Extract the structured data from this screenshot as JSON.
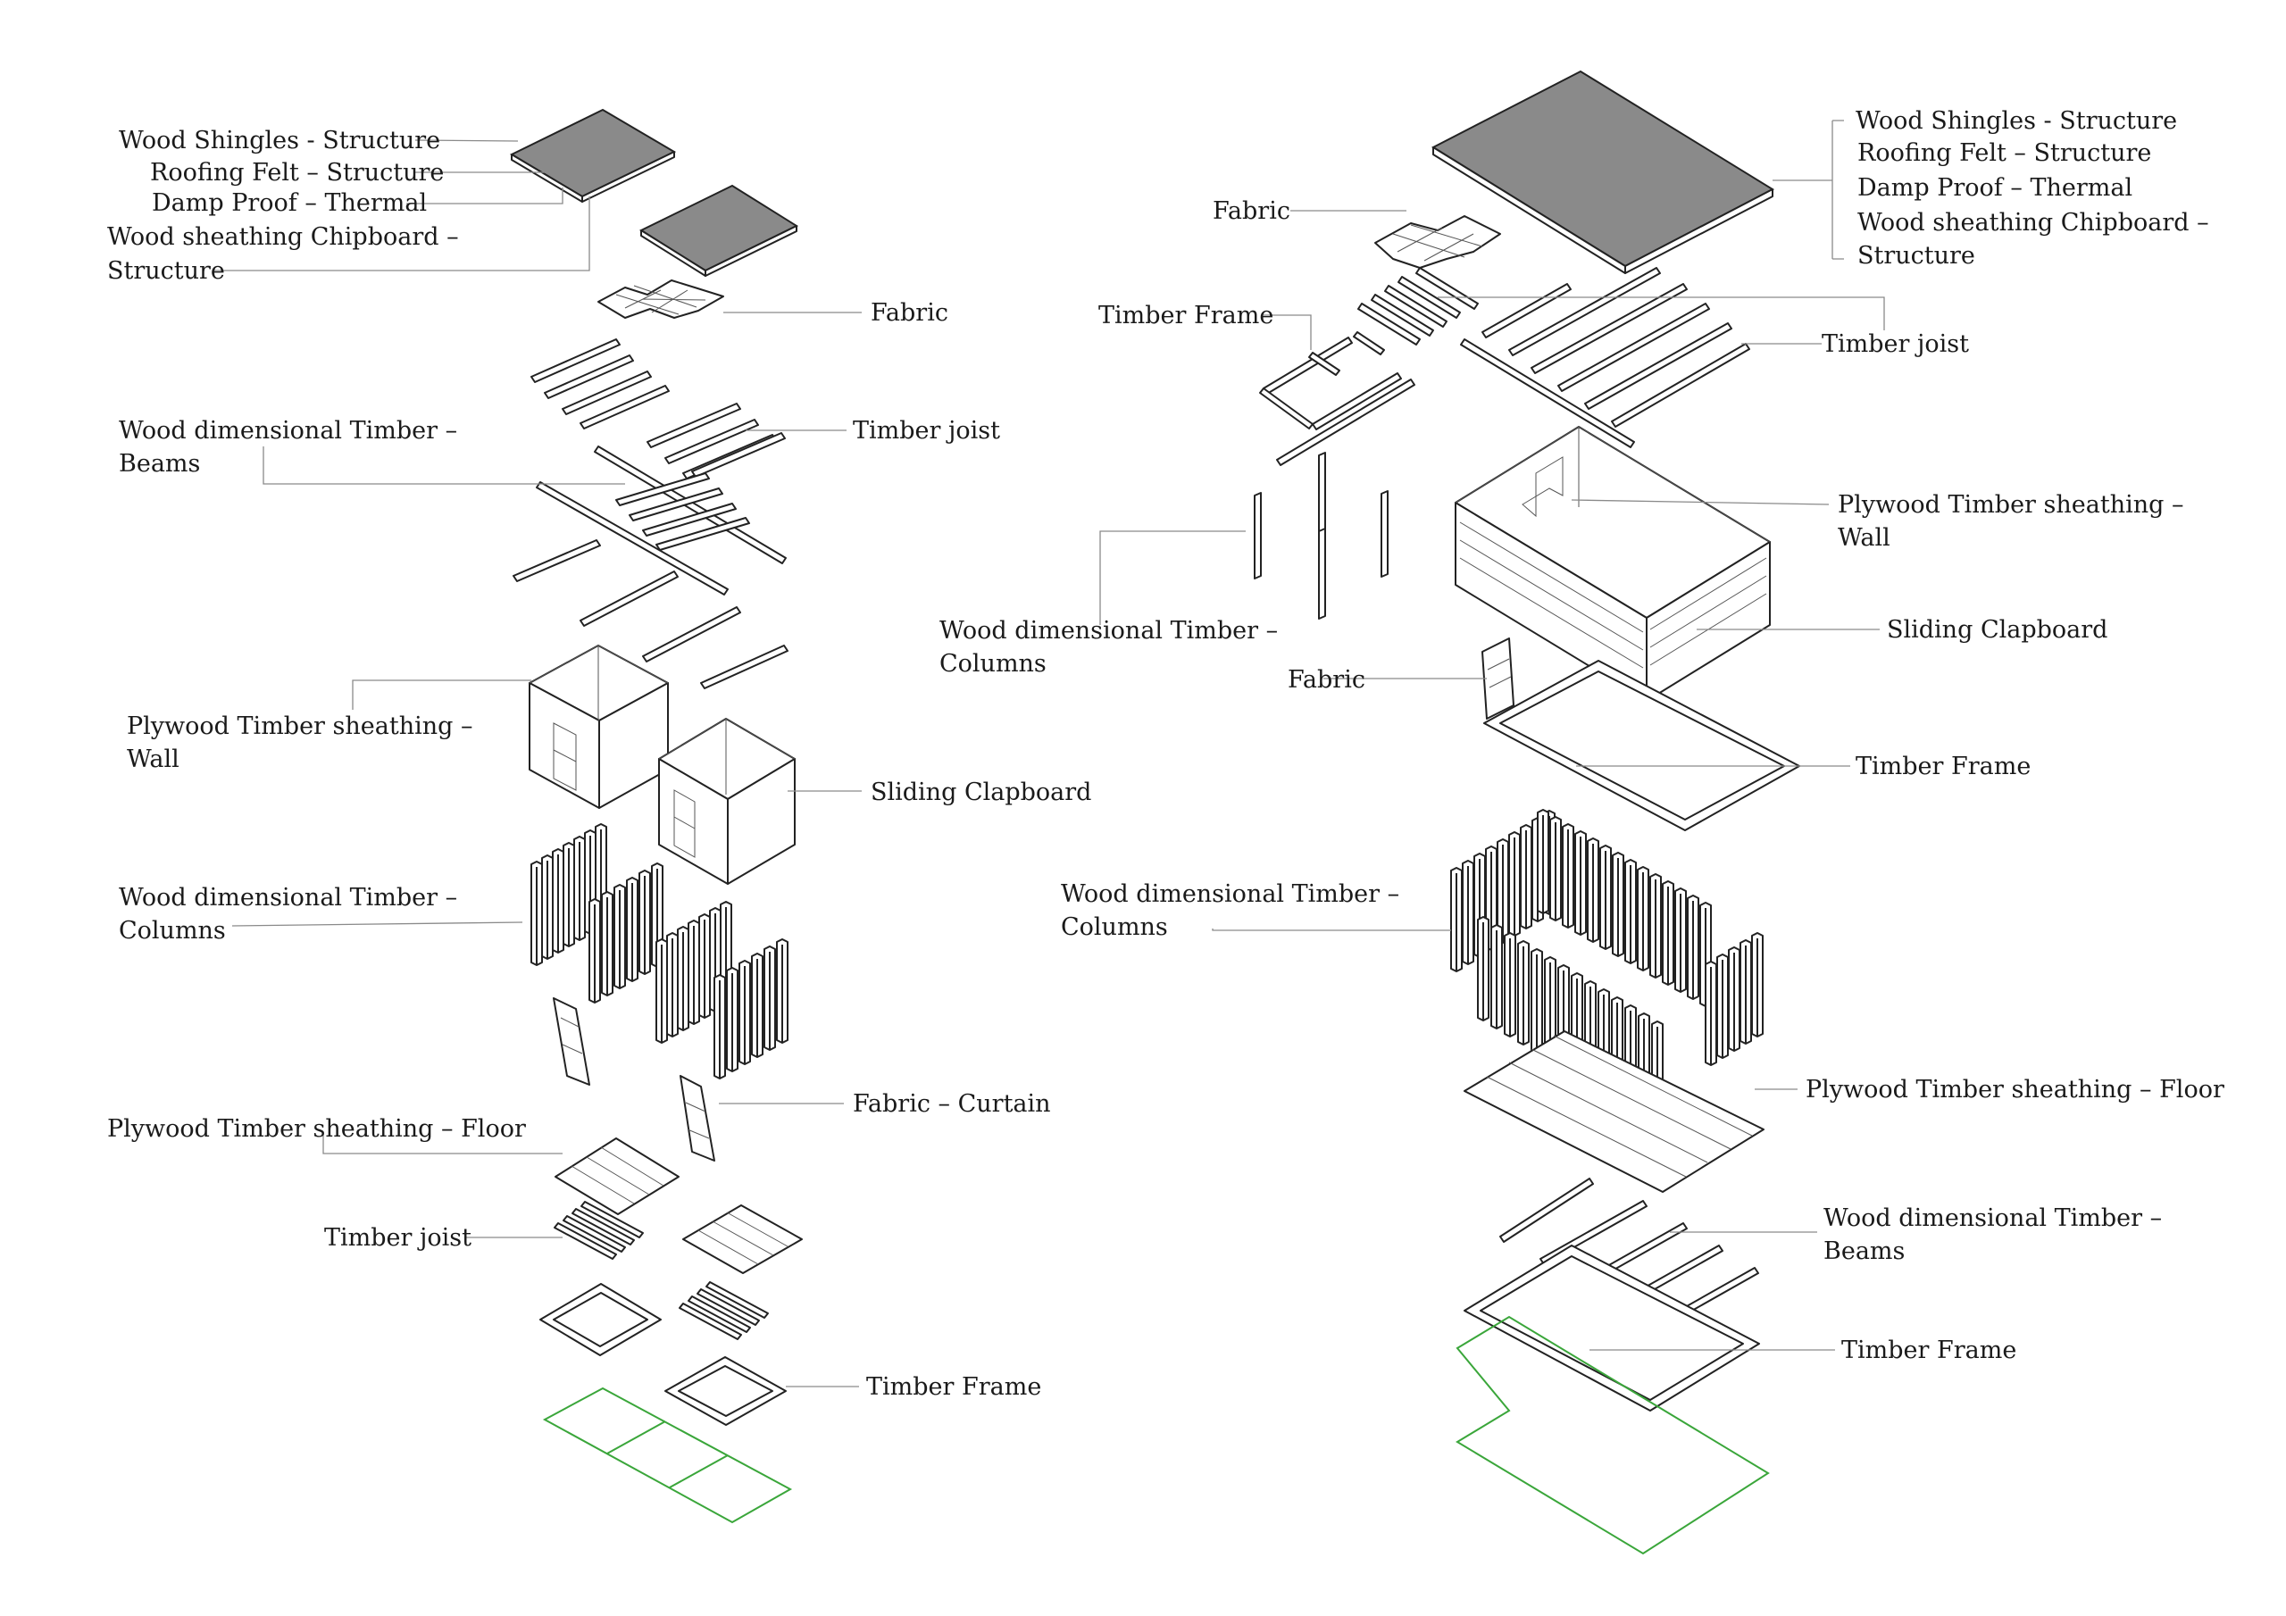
{
  "left": {
    "labels": {
      "wood_shingles": "Wood Shingles - Structure",
      "roofing_felt": "Roofing Felt – Structure",
      "damp_proof": "Damp Proof – Thermal",
      "chipboard_1": "Wood sheathing Chipboard –",
      "chipboard_2": "Structure",
      "fabric": "Fabric",
      "timber_joist_top": "Timber joist",
      "beams_1": "Wood dimensional Timber –",
      "beams_2": "Beams",
      "wall_1": "Plywood Timber sheathing –",
      "wall_2": "Wall",
      "sliding_clapboard": "Sliding Clapboard",
      "columns_1": "Wood dimensional Timber –",
      "columns_2": "Columns",
      "fabric_curtain": "Fabric – Curtain",
      "floor": "Plywood Timber sheathing – Floor",
      "timber_joist_bottom": "Timber joist",
      "timber_frame": "Timber Frame"
    }
  },
  "right": {
    "labels": {
      "wood_shingles": "Wood Shingles - Structure",
      "roofing_felt": "Roofing Felt – Structure",
      "damp_proof": "Damp Proof – Thermal",
      "chipboard_1": "Wood sheathing Chipboard –",
      "chipboard_2": "Structure",
      "fabric_top": "Fabric",
      "timber_frame_top": "Timber Frame",
      "timber_joist": "Timber joist",
      "wall_1": "Plywood Timber sheathing –",
      "wall_2": "Wall",
      "columns_top_1": "Wood dimensional Timber –",
      "columns_top_2": "Columns",
      "sliding_clapboard": "Sliding Clapboard",
      "fabric_mid": "Fabric",
      "timber_frame_mid": "Timber Frame",
      "columns_1": "Wood dimensional Timber –",
      "columns_2": "Columns",
      "floor": "Plywood Timber sheathing – Floor",
      "beams_1": "Wood dimensional Timber –",
      "beams_2": "Beams",
      "timber_frame_bottom": "Timber Frame"
    }
  },
  "colors": {
    "roof_fill": "#8a8a8a",
    "plan_outline": "#3aa63a",
    "line": "#222222",
    "leader": "#8a8a8a"
  }
}
